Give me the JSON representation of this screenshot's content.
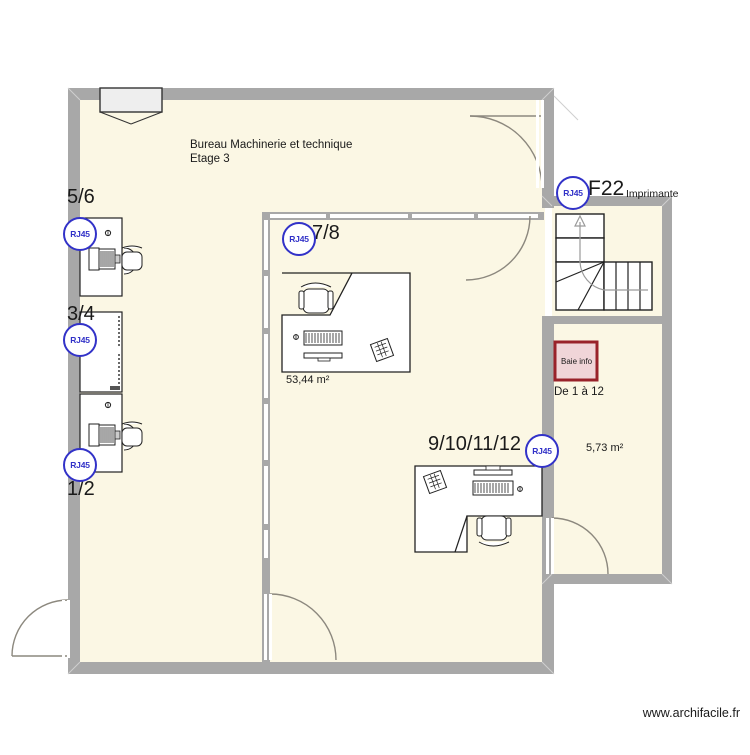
{
  "page": {
    "watermark": "www.archifacile.fr",
    "background_color": "#ffffff"
  },
  "colors": {
    "wall": "#a8a8a8",
    "floor": "#fbf7e4",
    "furniture_fill": "#ffffff",
    "furniture_stroke": "#222222",
    "rj45_blue": "#3232c8",
    "baie_border": "#99222a",
    "baie_fill": "#f0d5d8",
    "door_arc": "#8c887e",
    "window_fill": "#eeeeee",
    "text": "#1a1a1a"
  },
  "plan": {
    "title_line1": "Bureau Machinerie et technique",
    "title_line2": "Etage 3",
    "rooms": [
      {
        "name": "main-open-office",
        "label": "",
        "area": ""
      },
      {
        "name": "office-7-8",
        "label": "7/8",
        "area": "53,44 m²"
      },
      {
        "name": "technical-room",
        "label": "",
        "area": "5,73 m²"
      }
    ],
    "labels": {
      "room_7_8": "7/8",
      "room_9_10_11_12": "9/10/11/12",
      "desk_5_6": "5/6",
      "desk_3_4": "3/4",
      "desk_1_2": "1/2",
      "f22": "F22",
      "imprimante": "Imprimante",
      "baie_info": "Baie info",
      "de_1_a_12": "De 1 à 12",
      "area_main": "53,44 m²",
      "area_tech": "5,73 m²"
    },
    "network_ports": [
      {
        "name": "rj45-5-6",
        "text": "RJ45"
      },
      {
        "name": "rj45-3-4",
        "text": "RJ45"
      },
      {
        "name": "rj45-1-2",
        "text": "RJ45"
      },
      {
        "name": "rj45-7-8",
        "text": "RJ45"
      },
      {
        "name": "rj45-9-10-11-12",
        "text": "RJ45"
      },
      {
        "name": "rj45-f22",
        "text": "RJ45"
      }
    ],
    "elements": {
      "staircase": "staircase-up",
      "window_top": "window",
      "doors": [
        "door-top-right",
        "door-7-8",
        "door-bottom-left",
        "door-bottom-center",
        "door-bottom-right"
      ]
    }
  }
}
